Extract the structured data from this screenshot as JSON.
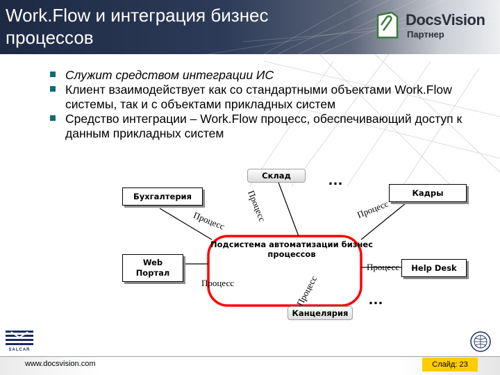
{
  "header": {
    "title_line1": "Work.Flow и интеграция бизнес",
    "title_line2": "процессов",
    "logo_name": "DocsVision",
    "logo_sub": "Партнер"
  },
  "bullets": [
    {
      "text": "Служит средством интеграции ИС",
      "italic": true
    },
    {
      "text": "Клиент взаимодействует как со стандартными объектами Work.Flow системы, так и с объектами прикладных систем",
      "italic": false
    },
    {
      "text": "Средство интеграции – Work.Flow процесс, обеспечивающий доступ к данным прикладных систем",
      "italic": false
    }
  ],
  "diagram": {
    "center_label": "Подсистема автоматизации бизнес процессов",
    "nodes": {
      "warehouse": "Склад",
      "accounting": "Бухгалтерия",
      "hr": "Кадры",
      "web_portal_line1": "Web",
      "web_portal_line2": "Портал",
      "help_desk": "Help Desk",
      "chancellery": "Канцелярия"
    },
    "process_label": "Процесс",
    "ellipsis": "…",
    "colors": {
      "ring": "#ff0000",
      "bullet": "#0d6d73",
      "slide_number_bg": "#ffcc00"
    }
  },
  "footer": {
    "url": "www.docsvision.com",
    "slide_number": "Слайд: 23",
    "sponsor_logo_text": "SALCAR"
  }
}
